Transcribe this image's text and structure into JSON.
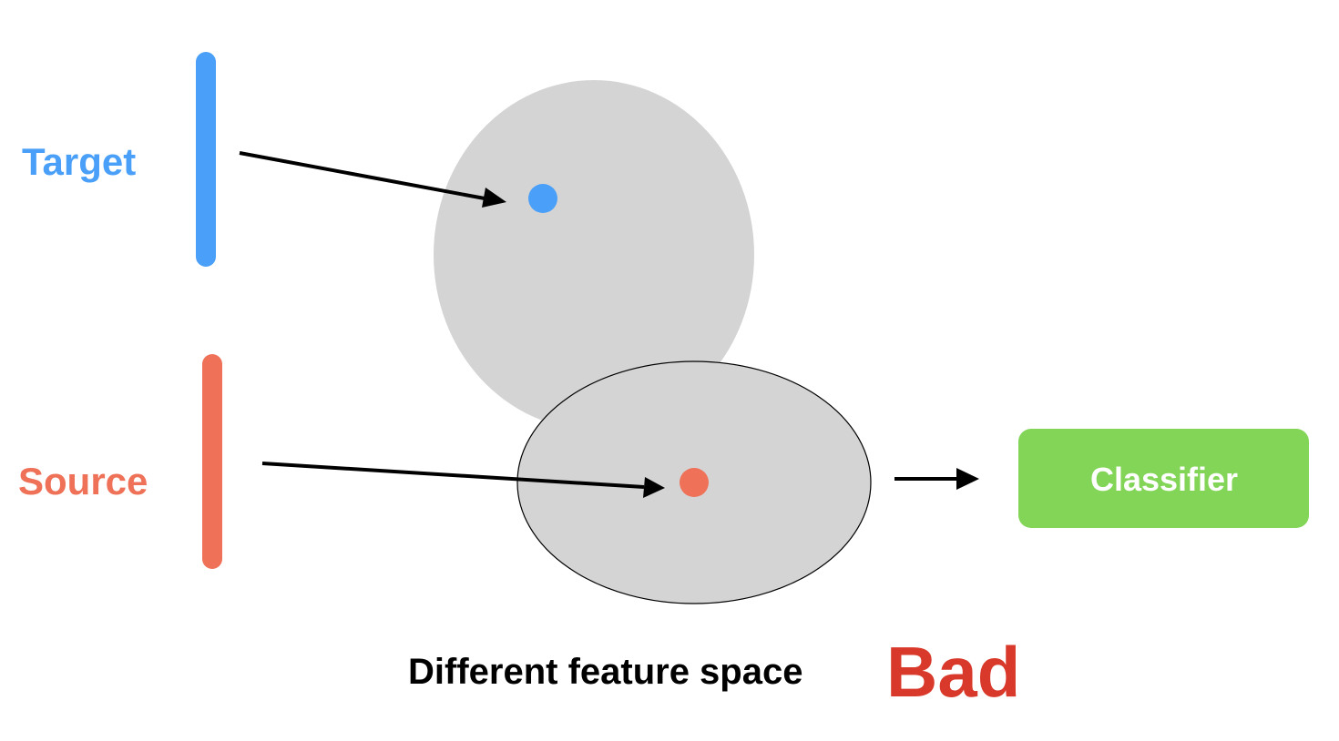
{
  "target": {
    "label": "Target",
    "color": "#4aa0f8"
  },
  "source": {
    "label": "Source",
    "color": "#ee7158"
  },
  "feature_space": {
    "fill_color": "#d4d4d4",
    "outline_color": "#000000"
  },
  "arrows": {
    "color": "#000000"
  },
  "classifier": {
    "label": "Classifier",
    "color": "#82d556"
  },
  "caption": {
    "text": "Different feature space",
    "verdict": "Bad",
    "verdict_color": "#d9392a"
  }
}
